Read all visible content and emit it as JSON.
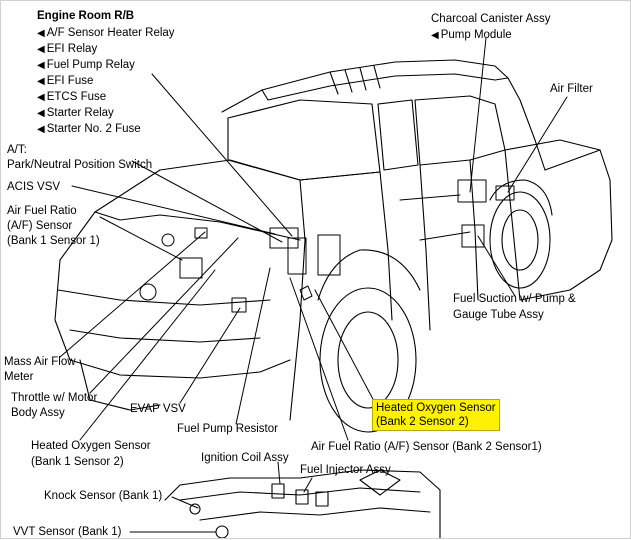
{
  "engine_room": {
    "title": "Engine Room R/B",
    "items": [
      "A/F Sensor Heater Relay",
      "EFI Relay",
      "Fuel Pump Relay",
      "EFI Fuse",
      "ETCS Fuse",
      "Starter Relay",
      "Starter No. 2 Fuse"
    ]
  },
  "labels": {
    "at_line1": "A/T:",
    "at_line2": "Park/Neutral Position Switch",
    "acis": "ACIS VSV",
    "af1_l1": "Air Fuel Ratio",
    "af1_l2": "(A/F) Sensor",
    "af1_l3": "(Bank 1 Sensor 1)",
    "maf_l1": "Mass Air Flow",
    "maf_l2": "Meter",
    "throttle_l1": "Throttle w/ Motor",
    "throttle_l2": "Body Assy",
    "evap": "EVAP VSV",
    "fpr": "Fuel Pump Resistor",
    "ho12_l1": "Heated Oxygen Sensor",
    "ho12_l2": "(Bank 1 Sensor 2)",
    "af21": "Air Fuel Ratio (A/F) Sensor (Bank 2 Sensor1)",
    "ignition": "Ignition Coil Assy",
    "injector": "Fuel Injector Assy",
    "knock": "Knock Sensor (Bank 1)",
    "vvt": "VVT Sensor (Bank 1)",
    "charcoal_l1": "Charcoal Canister Assy",
    "charcoal_l2": "Pump Module",
    "air_filter": "Air Filter",
    "fuel_l1": "Fuel Suction w/ Pump &",
    "fuel_l2": "Gauge Tube Assy",
    "ho22_l1": "Heated Oxygen Sensor",
    "ho22_l2": "(Bank 2 Sensor 2)"
  },
  "colors": {
    "highlight": "#fff200",
    "line": "#000000"
  },
  "icons": {
    "pointer": "triangle-left-icon"
  }
}
